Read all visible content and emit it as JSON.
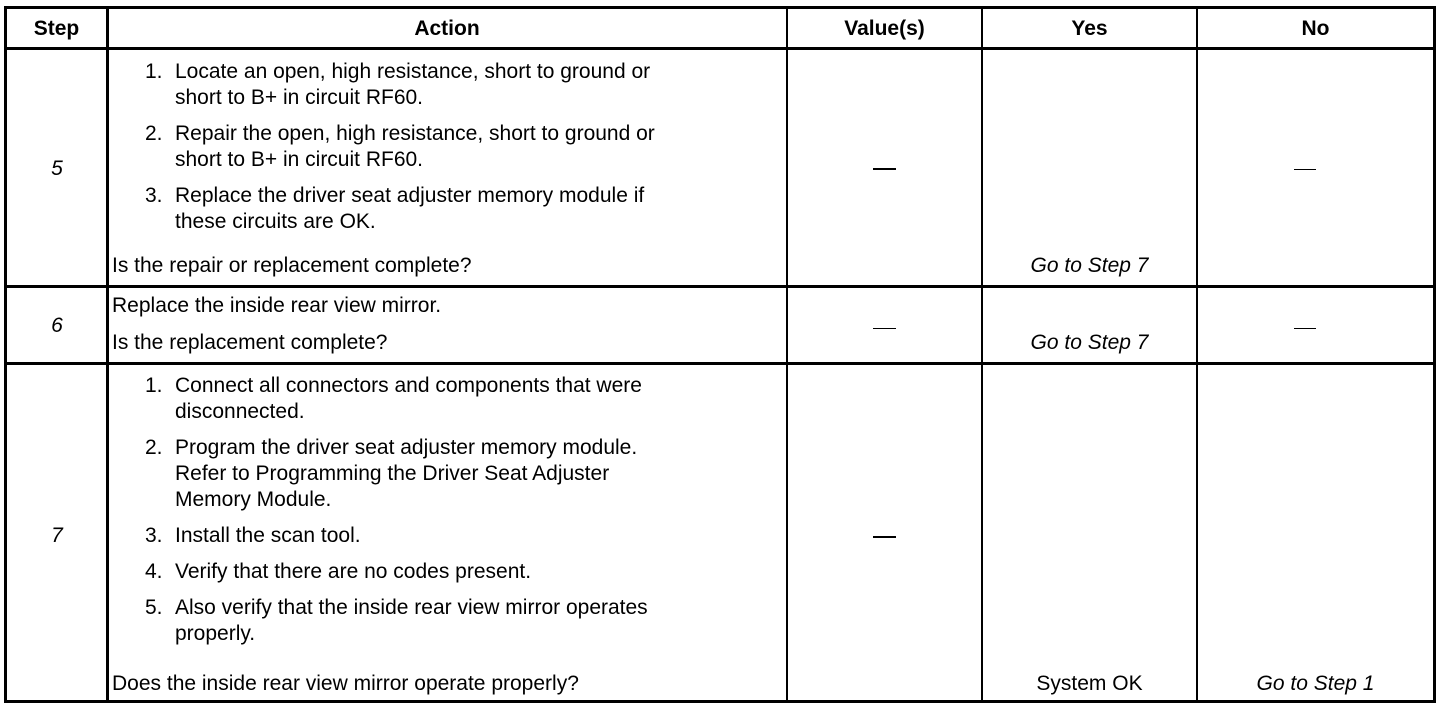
{
  "table": {
    "headers": {
      "step": "Step",
      "action": "Action",
      "values": "Value(s)",
      "yes": "Yes",
      "no": "No"
    },
    "rows": [
      {
        "step": "5",
        "actions": [
          {
            "num": "1.",
            "line1": "Locate an open, high resistance, short to ground or",
            "line2": "short to B+ in circuit RF60."
          },
          {
            "num": "2.",
            "line1": "Repair the open, high resistance, short to ground or",
            "line2": "short to B+ in circuit RF60."
          },
          {
            "num": "3.",
            "line1": "Replace the driver seat adjuster memory module if",
            "line2": "these circuits are OK."
          }
        ],
        "question": "Is the repair or replacement complete?",
        "yes": "Go to Step 7"
      },
      {
        "step": "6",
        "statement": "Replace the inside rear view mirror.",
        "question": "Is the replacement complete?",
        "yes": "Go to Step 7"
      },
      {
        "step": "7",
        "actions": [
          {
            "num": "1.",
            "line1": "Connect all connectors and components that were",
            "line2": "disconnected."
          },
          {
            "num": "2.",
            "line1": "Program the driver seat adjuster memory module.",
            "line2": "Refer to Programming the Driver Seat Adjuster",
            "line3": "Memory Module."
          },
          {
            "num": "3.",
            "line1": "Install the scan tool."
          },
          {
            "num": "4.",
            "line1": "Verify that there are no codes present."
          },
          {
            "num": "5.",
            "line1": "Also verify that the inside rear view mirror operates",
            "line2": "properly."
          }
        ],
        "question": "Does the inside rear view mirror operate properly?",
        "yes": "System OK",
        "no": "Go to Step 1"
      }
    ]
  }
}
